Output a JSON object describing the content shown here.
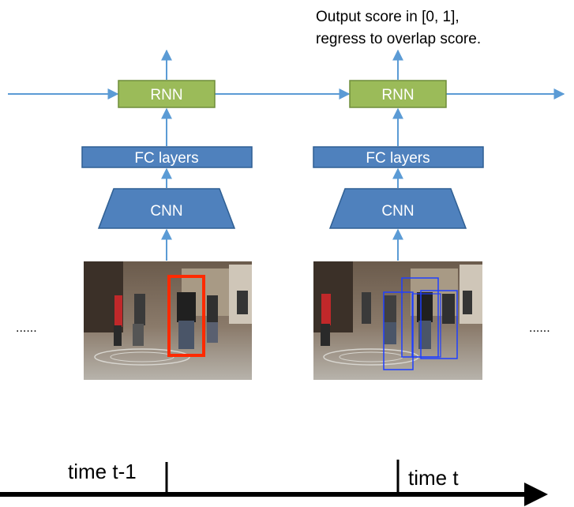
{
  "colors": {
    "rnn_fill": "#9bbb59",
    "rnn_stroke": "#6f8d3a",
    "blue_fill": "#4f81bd",
    "blue_stroke": "#2f5f93",
    "arrow": "#5b9bd5",
    "gt_box": "#ff2a00",
    "candidate_box": "#1f3fff",
    "timeline": "#000000"
  },
  "annotation": {
    "line1": "Output score in [0, 1],",
    "line2": "regress to overlap score."
  },
  "frames": [
    {
      "rnn": "RNN",
      "fc": "FC layers",
      "cnn": "CNN",
      "image_desc": "street-scene-frame-with-red-box"
    },
    {
      "rnn": "RNN",
      "fc": "FC layers",
      "cnn": "CNN",
      "image_desc": "street-scene-frame-with-blue-boxes"
    }
  ],
  "ellipsis_left": "......",
  "ellipsis_right": "......",
  "timeline": {
    "label_prev": "time t-1",
    "label_curr": "time t"
  }
}
